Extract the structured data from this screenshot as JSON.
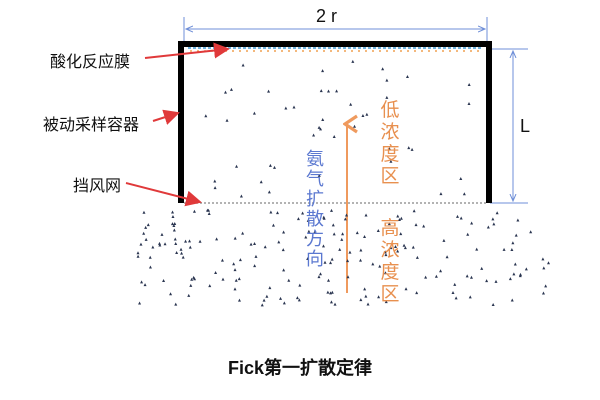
{
  "title": "Fick第一扩散定律",
  "dimensions": {
    "width_label": "2 r",
    "height_label": "L"
  },
  "labels": {
    "membrane": "酸化反应膜",
    "sampler": "被动采样容器",
    "windscreen": "挡风网"
  },
  "zones": {
    "low": "低浓度区",
    "high": "高浓度区",
    "diffusion_direction": "氨气扩散方向"
  },
  "colors": {
    "container": "#000000",
    "dimension_line": "#6f8fd8",
    "callout_arrow": "#e0393a",
    "zone_text": "#e8904f",
    "direction_text": "#5b78d0",
    "diffusion_arrow": "#ef9a5e",
    "membrane_blue": "#6fb3e0",
    "membrane_orange": "#f0a050",
    "molecule": "#2a3550",
    "screen": "#9a9a9a"
  }
}
